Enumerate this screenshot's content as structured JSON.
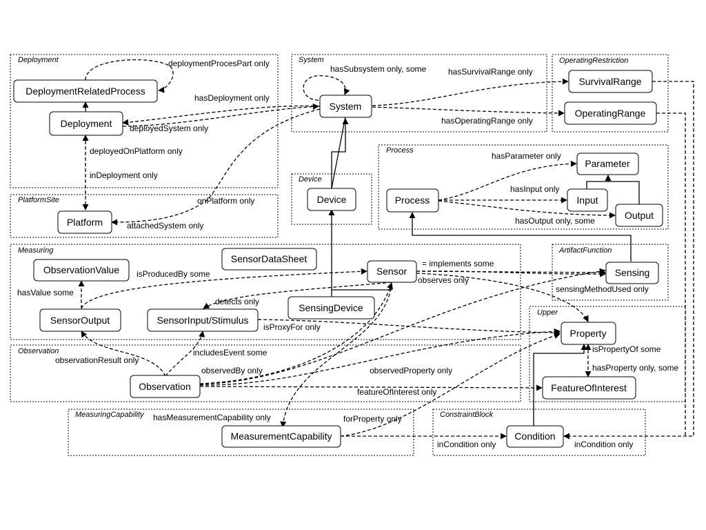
{
  "modules": {
    "deployment": "Deployment",
    "system": "System",
    "operating_restriction": "OperatingRestriction",
    "process": "Process",
    "device": "Device",
    "platform_site": "PlatformSite",
    "measuring": "Measuring",
    "artifact_function": "ArtifactFunction",
    "upper": "Upper",
    "observation": "Observation",
    "measuring_capability": "MeasuringCapability",
    "constraint_block": "ConstraintBlock"
  },
  "nodes": {
    "deployment_related_process": "DeploymentRelatedProcess",
    "deployment": "Deployment",
    "platform": "Platform",
    "system": "System",
    "survival_range": "SurvivalRange",
    "operating_range": "OperatingRange",
    "parameter": "Parameter",
    "process": "Process",
    "input": "Input",
    "output": "Output",
    "device": "Device",
    "observation_value": "ObservationValue",
    "sensor_data_sheet": "SensorDataSheet",
    "sensor": "Sensor",
    "sensing": "Sensing",
    "sensor_output": "SensorOutput",
    "sensor_input": "SensorInput/Stimulus",
    "sensing_device": "SensingDevice",
    "property": "Property",
    "feature_of_interest": "FeatureOfInterest",
    "observation": "Observation",
    "measurement_capability": "MeasurementCapability",
    "condition": "Condition"
  },
  "edges": {
    "deployment_proces_part": "deploymentProcesPart only",
    "has_deployment": "hasDeployment only",
    "deployed_system": "deployedSystem only",
    "deployed_on_platform": "deployedOnPlatform only",
    "in_deployment": "inDeployment only",
    "on_platform": "onPlatform only",
    "attached_system": "attachedSystem only",
    "has_subsystem": "hasSubsystem only, some",
    "has_survival_range": "hasSurvivalRange only",
    "has_operating_range": "hasOperatingRange only",
    "has_parameter": "hasParameter only",
    "has_input": "hasInput only",
    "has_output": "hasOutput only, some",
    "is_produced_by": "isProducedBy some",
    "implements": "= implements some",
    "observes": "observes only",
    "sensing_method_used": "sensingMethodUsed only",
    "has_value": "hasValue some",
    "detects": "detects only",
    "is_proxy_for": "isProxyFor only",
    "is_property_of": "isPropertyOf some",
    "has_property": "hasProperty only, some",
    "observation_result": "observationResult only",
    "includes_event": "includesEvent some",
    "observed_by": "observedBy only",
    "observed_property": "observedProperty only",
    "feature_of_interest": "featureOfInterest only",
    "has_measurement_capability": "hasMeasurementCapability only",
    "for_property": "forProperty only",
    "in_condition_left": "inCondition only",
    "in_condition_right": "inCondition only"
  }
}
